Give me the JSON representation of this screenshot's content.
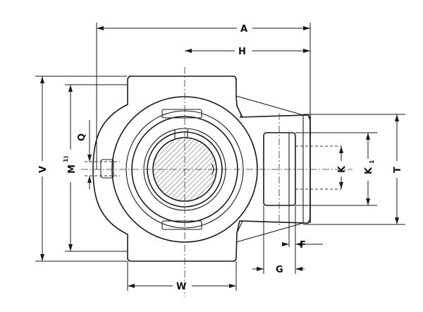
{
  "labels": {
    "A": "A",
    "H": "H",
    "V": "V",
    "M": "M",
    "M_sup": "1)",
    "Q": "Q",
    "K": "K",
    "K1": "K",
    "K1_sub": "1",
    "T": "T",
    "F": "F",
    "G": "G",
    "W": "W"
  }
}
